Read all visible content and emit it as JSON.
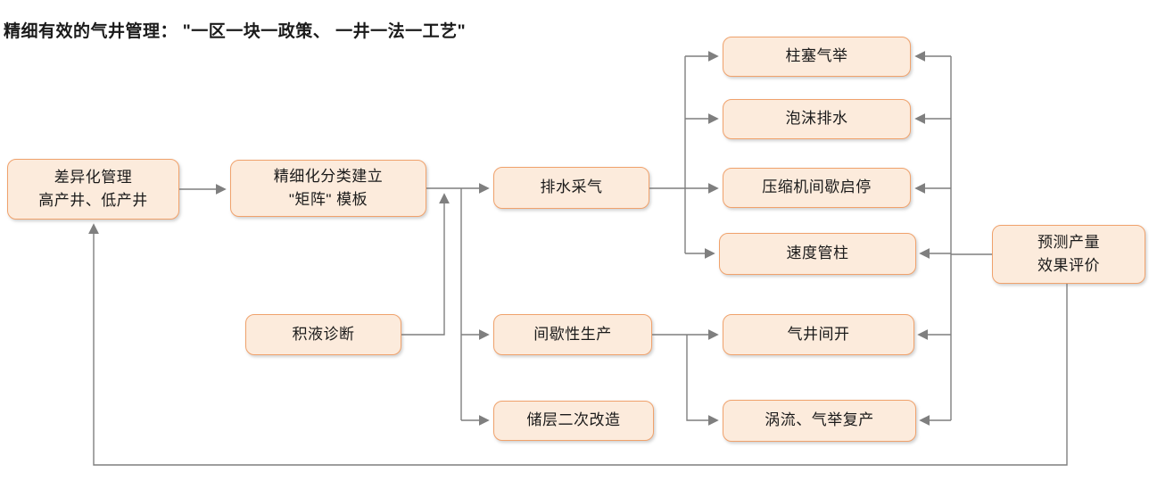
{
  "title": "精细有效的气井管理： \"一区一块一政策、 一井一法一工艺\"",
  "nodes": {
    "diff_mgmt": {
      "line1": "差异化管理",
      "line2": "高产井、低产井"
    },
    "matrix": {
      "line1": "精细化分类建立",
      "line2": "\"矩阵\" 模板"
    },
    "liquid_diag": {
      "line1": "积液诊断"
    },
    "drainage": {
      "line1": "排水采气"
    },
    "intermittent": {
      "line1": "间歇性生产"
    },
    "reservoir": {
      "line1": "储层二次改造"
    },
    "plunger": {
      "line1": "柱塞气举"
    },
    "foam": {
      "line1": "泡沫排水"
    },
    "compressor": {
      "line1": "压缩机间歇启停"
    },
    "velocity": {
      "line1": "速度管柱"
    },
    "well_open": {
      "line1": "气井间开"
    },
    "vortex": {
      "line1": "涡流、气举复产"
    },
    "predict": {
      "line1": "预测产量",
      "line2": "效果评价"
    }
  },
  "colors": {
    "box_fill": "#FCEBDC",
    "box_border": "#F0A26C",
    "connector": "#7F7F7F",
    "text": "#1A1A1A",
    "bg": "#FFFFFF"
  }
}
